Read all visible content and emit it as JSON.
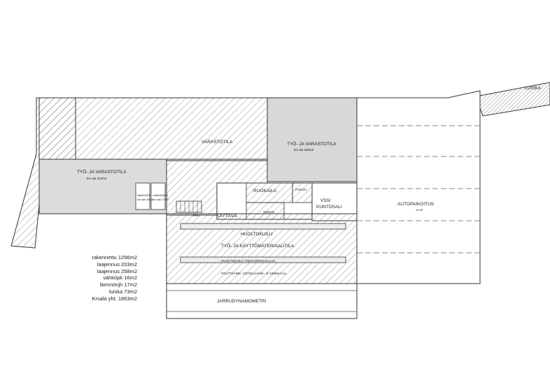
{
  "rooms": {
    "varastotila": "VARASTOTILA",
    "tyo_varasto_1": "TYÖ- JA VARASTOTILA",
    "tyo_varasto_1_area": "krs ala 258m2",
    "tyo_varasto_2": "TYÖ- JA VARASTOTILA",
    "tyo_varasto_2_area": "krs ala 203m2",
    "autopaikoitus": "AUTOPAIKOITUS",
    "autopaikoitus_count": "16 AP",
    "ruokailu": "RUOKAILU",
    "pukuh": "PUKUH",
    "vss": "VSS/",
    "kuntosali": "KUNTOSALI",
    "sosaw": "SOSAN",
    "prh": "PRH",
    "kaytava": "KÄYTÄVÄ",
    "huoltokuilu": "HUOLTOKUILU",
    "tyo_kayttomateriaali": "TYÖ- JA KÄYTTÖMATERIAALITILA",
    "huoltokuilu_rekka": "HUOLTOKUILU / REKANPESUALLAS",
    "polttoaine": "POLTTOAINE- VOITELUAINE- JA KEMIKAALI",
    "jarrudynamometri": "JARRUDYNAMOMETRI",
    "sahkopk": "SÄHKÖPK",
    "sahkopk_area": "krs ala 16m2",
    "lammonjh": "LÄMMÖNJH",
    "lammonjh_area": "krs ala 17m2",
    "luiska": "LUISKA"
  },
  "stats": [
    "rakennettu 1296m2",
    "laajennus  203m2",
    "laajennus  258m2",
    "sähköpk  16m2",
    "lämmönjh  17m2",
    "luiska  73m2",
    "Krsala yht.  1863m2"
  ]
}
